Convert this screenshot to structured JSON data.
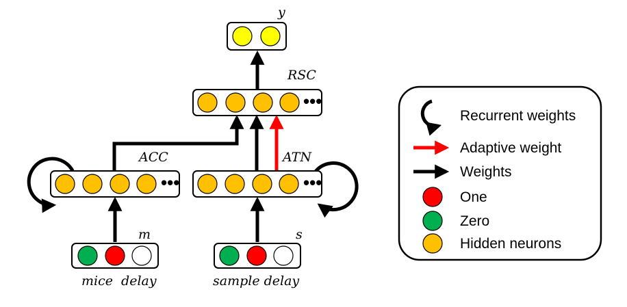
{
  "colors": {
    "hidden": "#FFC000",
    "output": "#FFFF00",
    "one": "#FF0000",
    "zero": "#00B050",
    "empty": "#FFFFFF",
    "weight": "#000000",
    "adaptive": "#FF0000"
  },
  "layers": {
    "y": {
      "label": "y"
    },
    "rsc": {
      "label": "RSC"
    },
    "acc": {
      "label": "ACC"
    },
    "atn": {
      "label": "ATN"
    },
    "m": {
      "label": "m",
      "caption": "mice  delay"
    },
    "s": {
      "label": "s",
      "caption": "sample delay"
    }
  },
  "legend": {
    "recurrent": "Recurrent weights",
    "adaptive": "Adaptive weight",
    "weights": "Weights",
    "one": "One",
    "zero": "Zero",
    "hidden": "Hidden neurons"
  },
  "ellipsis": "•••"
}
